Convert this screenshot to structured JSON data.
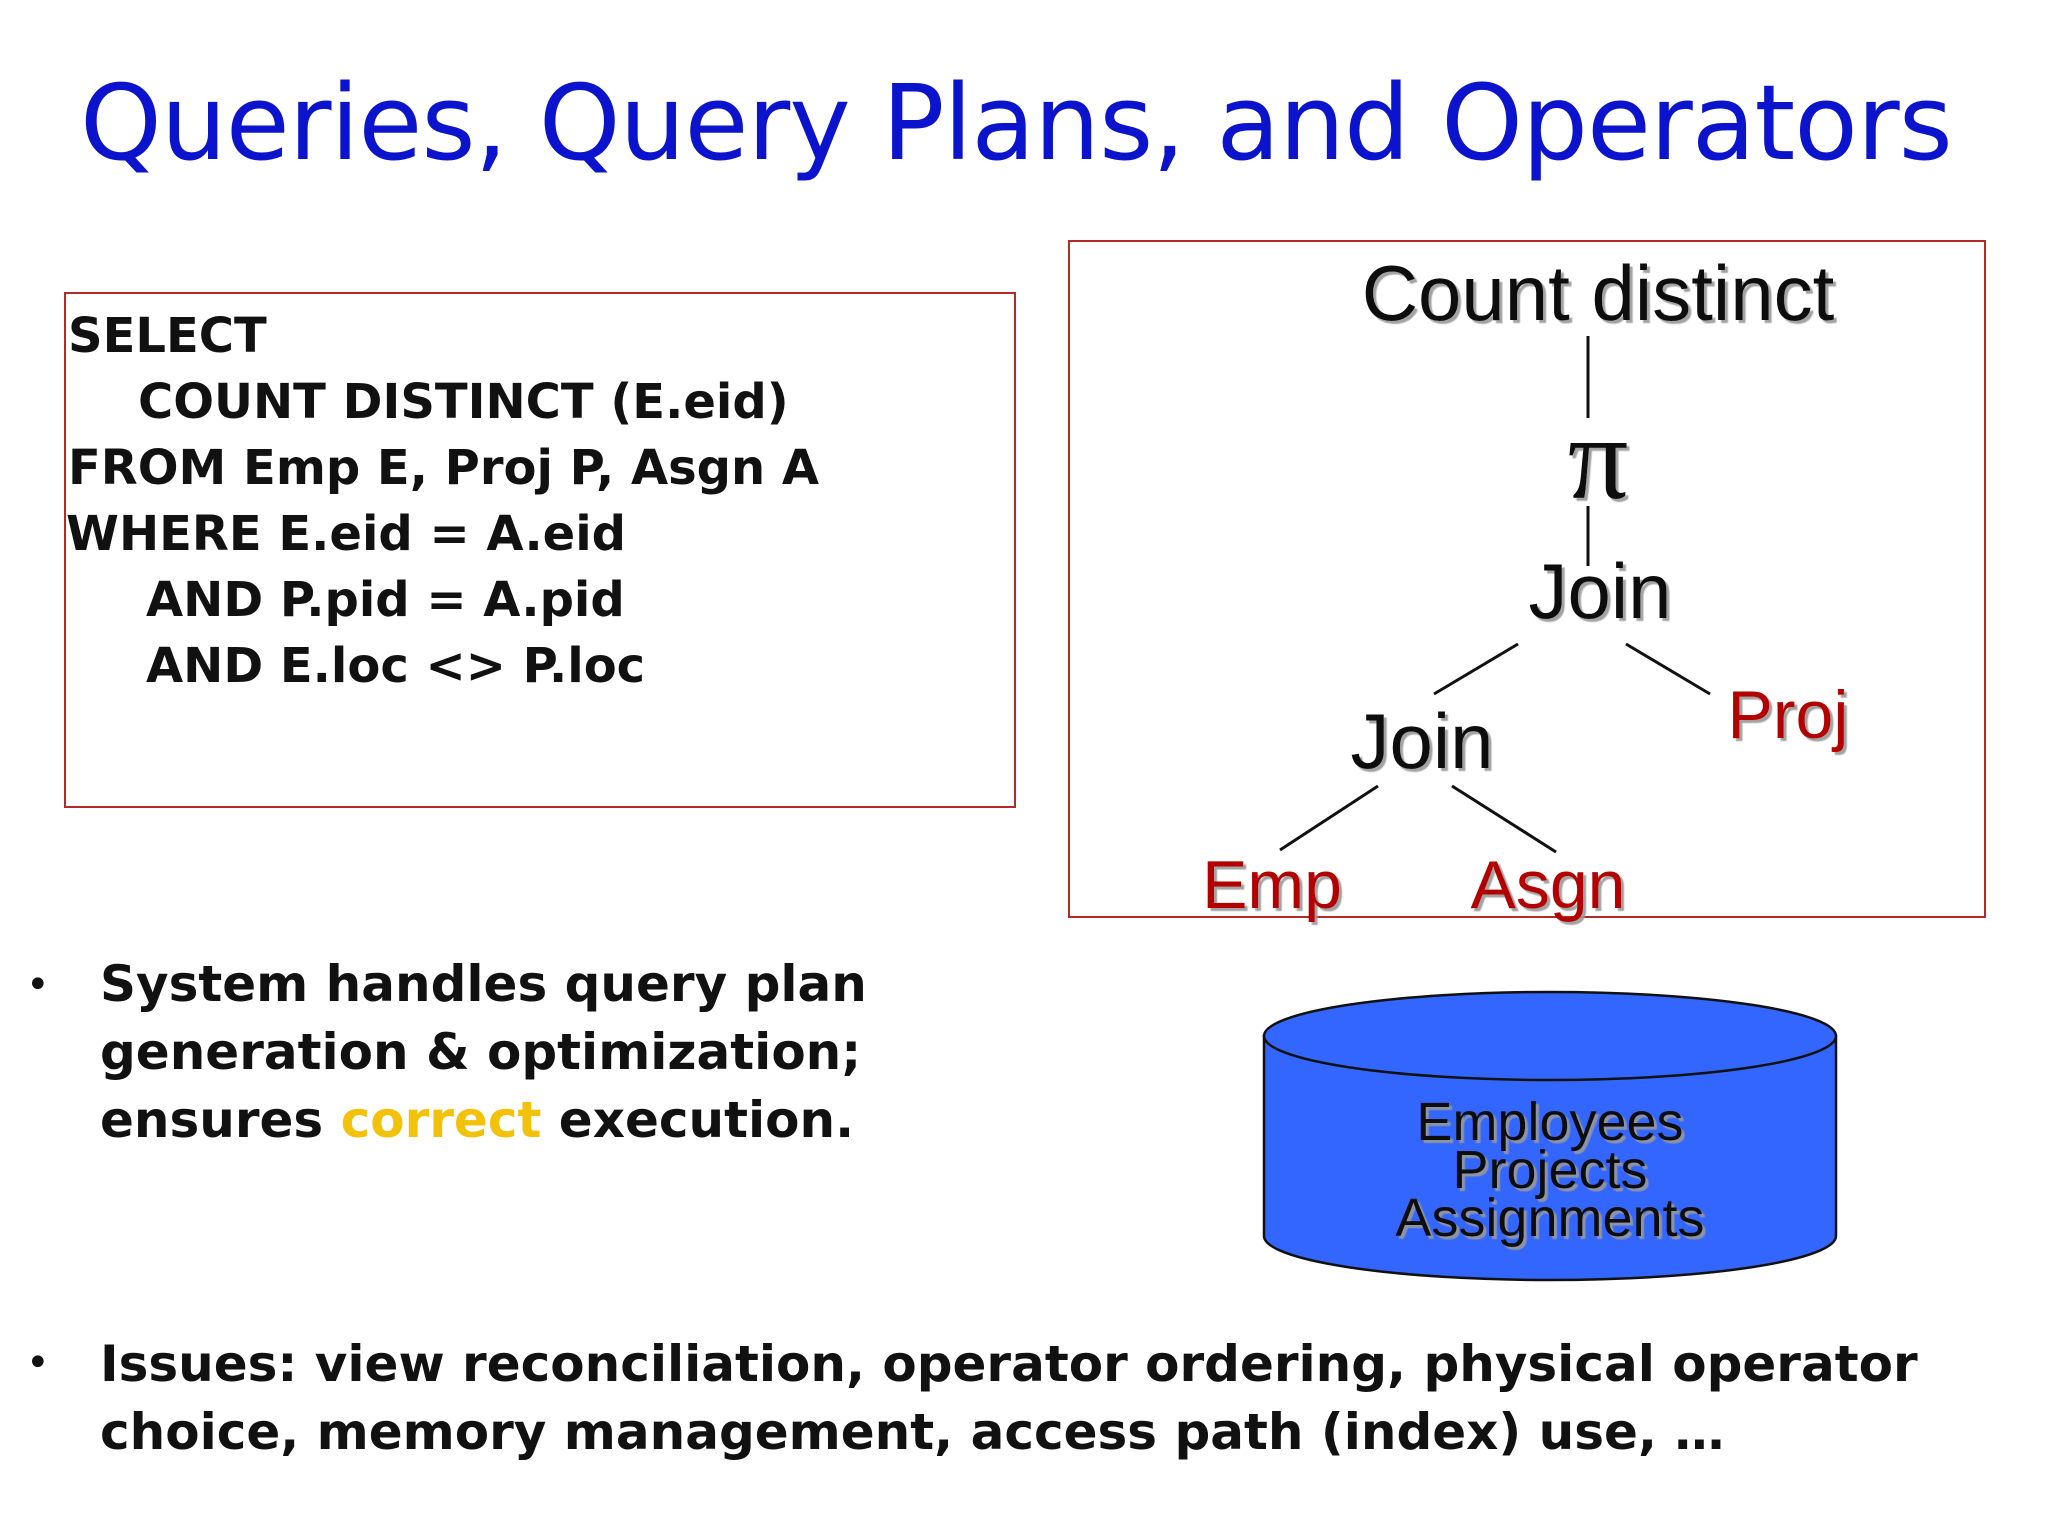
{
  "title": "Queries, Query Plans, and Operators",
  "sql": {
    "lines": [
      "SELECT",
      "COUNT DISTINCT (E.eid)",
      "FROM Emp E, Proj P, Asgn A",
      "WHERE E.eid = A.eid",
      "AND P.pid = A.pid",
      "AND E.loc <> P.loc"
    ]
  },
  "plan": {
    "root": "Count distinct",
    "project_symbol": "π",
    "join_top": "Join",
    "join_bottom": "Join",
    "leaf_proj": "Proj",
    "leaf_emp": "Emp",
    "leaf_asgn": "Asgn"
  },
  "database": {
    "lines": [
      "Employees",
      "Projects",
      "Assignments"
    ]
  },
  "bullets": [
    {
      "line1": "System handles query plan",
      "line2": "generation & optimization;",
      "line3_before": "ensures ",
      "line3_highlight": "correct",
      "line3_after": " execution."
    },
    {
      "line1": "Issues: view reconciliation, operator ordering,  physical operator",
      "line2": "choice, memory management, access path (index) use, …"
    }
  ],
  "bullet_symbol": "•",
  "colors": {
    "title": "#0b14cc",
    "box_border": "#b22a2a",
    "leaf_text": "#b30000",
    "cylinder": "#3366ff",
    "highlight": "#f2c20a"
  }
}
